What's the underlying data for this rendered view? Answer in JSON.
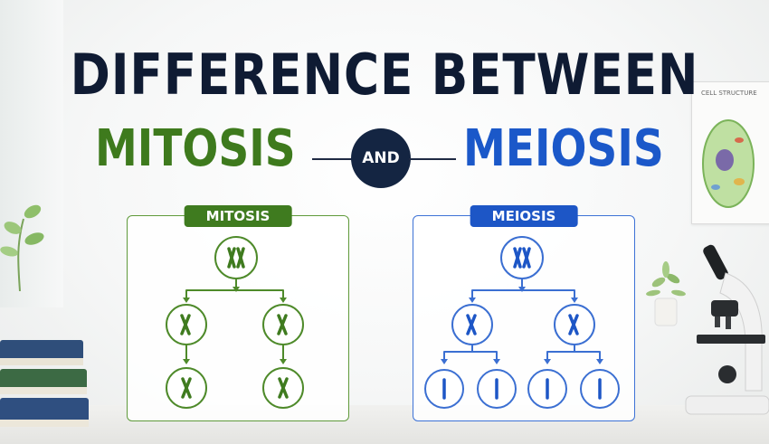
{
  "title": {
    "line1": "DIFFERENCE BETWEEN",
    "left_word": "MITOSIS",
    "connector_word": "AND",
    "right_word": "MEIOSIS"
  },
  "panels": {
    "mitosis": {
      "label": "MITOSIS",
      "color": "#3f7b1f",
      "cell_count_final": 2
    },
    "meiosis": {
      "label": "MEIOSIS",
      "color": "#1d56c6",
      "cell_count_final": 4
    }
  },
  "poster": {
    "label": "CELL STRUCTURE"
  },
  "decor": {
    "icons": [
      "book-stack-icon",
      "plant-icon",
      "microscope-icon",
      "potted-plant-icon",
      "cell-poster-icon",
      "chromosome-icon"
    ]
  }
}
